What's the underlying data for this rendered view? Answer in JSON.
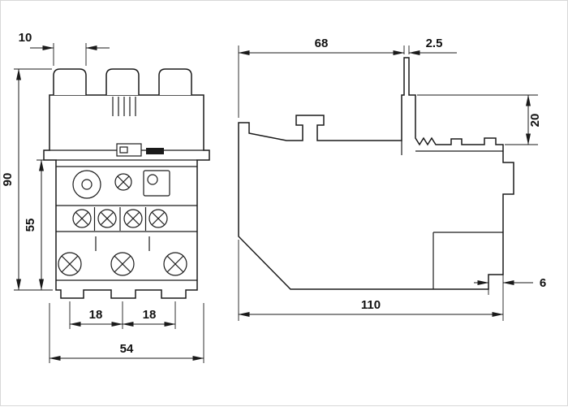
{
  "colors": {
    "line": "#1a1a1a",
    "background": "#ffffff"
  },
  "views": {
    "front": {
      "dimensions": {
        "post_width": "10",
        "overall_height": "90",
        "lower_body_height": "55",
        "terminal_pitch_left": "18",
        "terminal_pitch_right": "18",
        "overall_width": "54"
      }
    },
    "side": {
      "dimensions": {
        "upper_length": "68",
        "pin_width": "2.5",
        "head_drop": "20",
        "overall_length": "110",
        "foot_width": "6"
      }
    }
  }
}
